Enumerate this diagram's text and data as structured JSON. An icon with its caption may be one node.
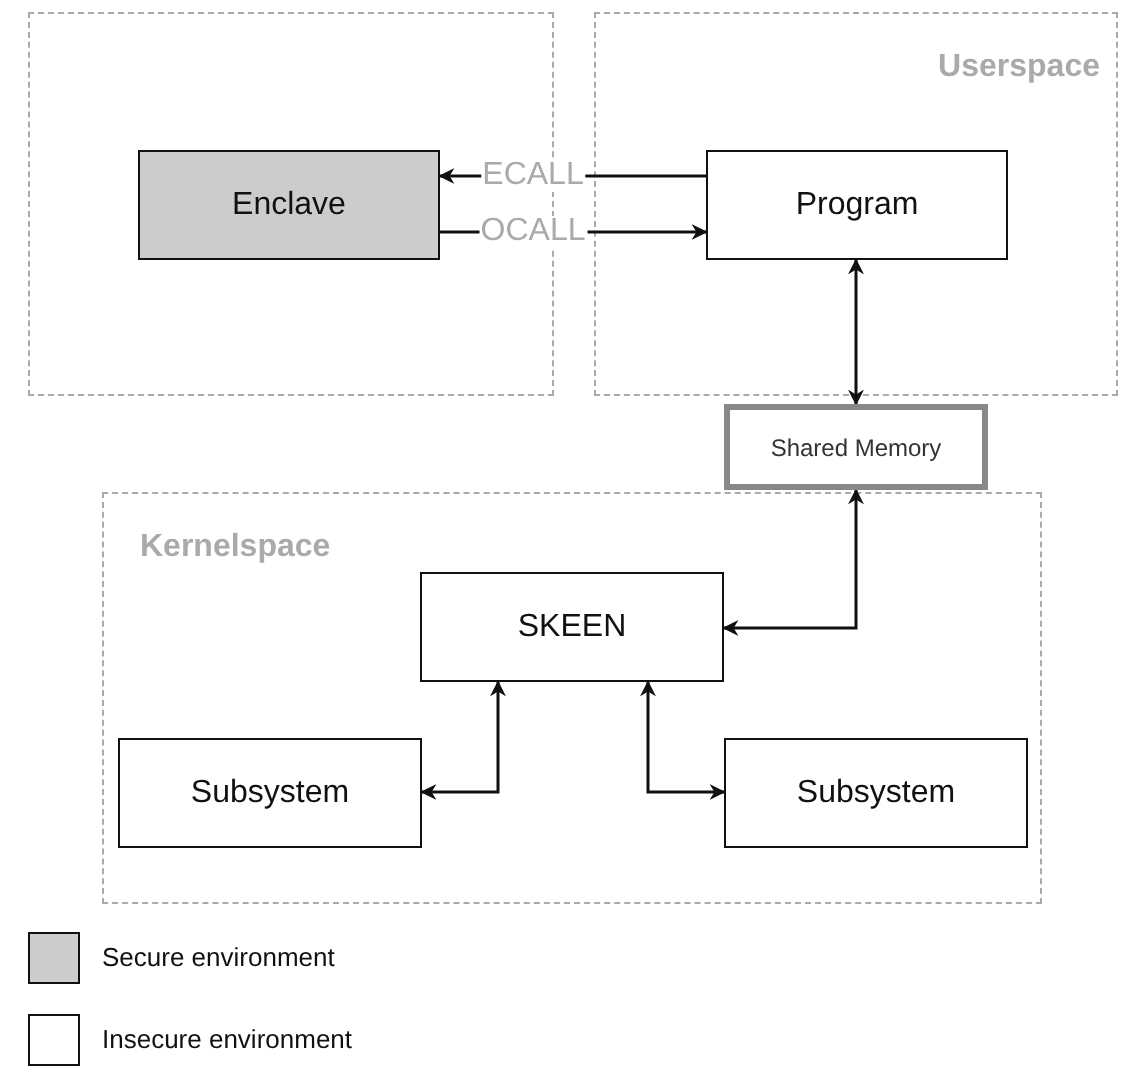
{
  "diagram": {
    "nodes": [
      {
        "text": [],
        "shape": "box"
      },
      {
        "text": [
          "Enclave"
        ],
        "in": 0
      },
      {
        "text": [
          "Userspace"
        ]
      },
      {
        "text": [
          "Program"
        ],
        "in": 2
      },
      {
        "text": [
          "Shared Memory"
        ]
      },
      {
        "text": [
          "Kernelspace"
        ]
      },
      {
        "text": [
          "SKEEN"
        ],
        "in": 5
      },
      {
        "text": [
          "Subsystem"
        ],
        "in": 5
      },
      {
        "text": [
          "Subsystem"
        ],
        "in": 5
      }
    ],
    "edges": [
      {
        "from": 3,
        "to": 1,
        "arrow": "to",
        "label": "ECALL"
      },
      {
        "from": 1,
        "to": 3,
        "arrow": "to",
        "label": "OCALL"
      },
      {
        "from": 3,
        "to": 4,
        "arrow": "both"
      },
      {
        "from": 4,
        "to": 6,
        "arrow": "both"
      },
      {
        "from": 6,
        "to": 7,
        "arrow": "both"
      },
      {
        "from": 6,
        "to": 8,
        "arrow": "both"
      }
    ],
    "legend": [
      {
        "text": "Secure environment",
        "color": "#cccccc"
      },
      {
        "text": "Insecure environment",
        "color": "#ffffff"
      }
    ]
  }
}
